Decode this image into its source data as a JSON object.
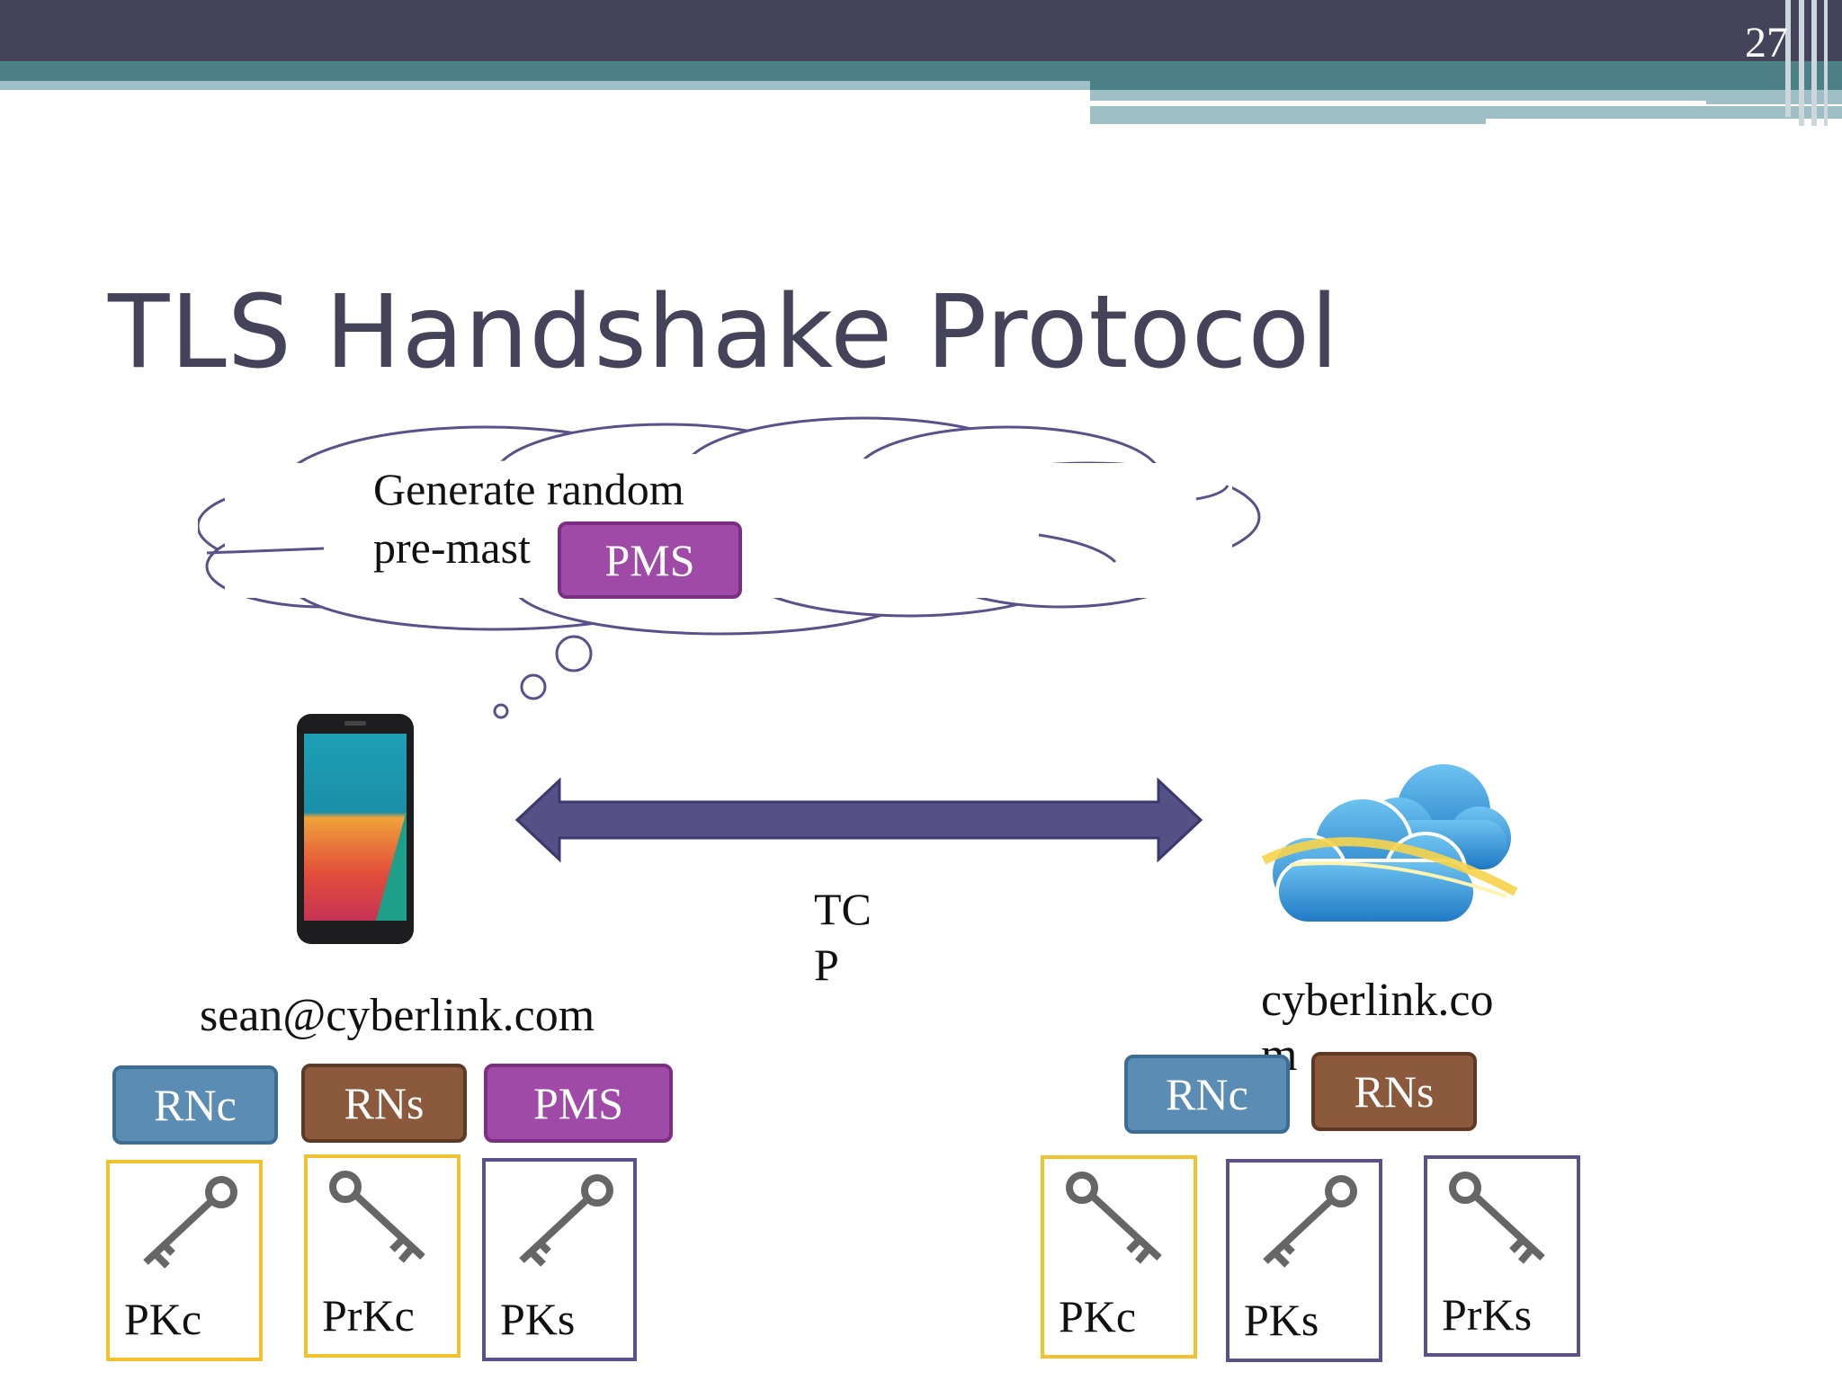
{
  "slide": {
    "number": "27",
    "title": "TLS Handshake Protocol"
  },
  "thought": {
    "line1": "Generate random",
    "line2": "pre-mast",
    "tag": "PMS"
  },
  "link": {
    "label_line1": "TC",
    "label_line2": "P"
  },
  "client": {
    "name": "sean@cyberlink.com",
    "tags": [
      "RNc",
      "RNs",
      "PMS"
    ],
    "keys": [
      "PKc",
      "PrKc",
      "PKs"
    ]
  },
  "server": {
    "name_line1": "cyberlink.co",
    "name_line2": "m",
    "tags": [
      "RNc",
      "RNs"
    ],
    "keys": [
      "PKc",
      "PKs",
      "PrKs"
    ]
  },
  "colors": {
    "header_dark": "#45435a",
    "header_teal": "#4a8086",
    "arrow": "#555187",
    "rn_client": "#5b8db4",
    "rn_server": "#8b5a3c",
    "pms": "#a04aa8",
    "key_border_yellow": "#f2c12e",
    "key_border_purple": "#5b5089"
  },
  "icons": [
    "smartphone-icon",
    "cloud-icon",
    "key-icon"
  ]
}
